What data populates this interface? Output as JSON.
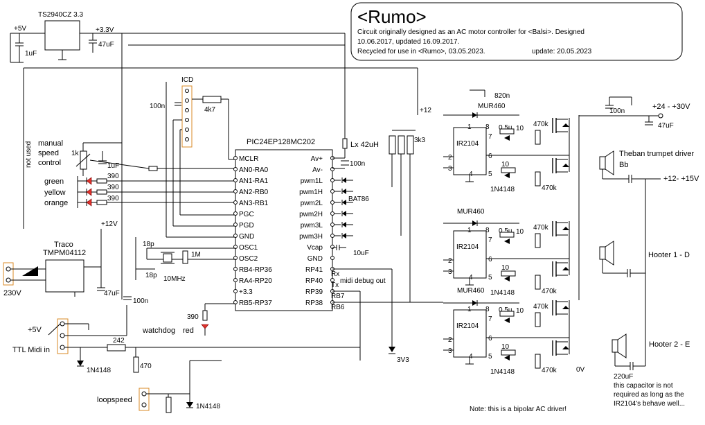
{
  "title_box": {
    "title": "<Rumo>",
    "line1": "Circuit originally designed as an AC motor controller for <Balsi>. Designed",
    "line2": "10.06.2017, updated 16.09.2017.",
    "line3": "Recycled for use in <Rumo>, 03.05.2023.",
    "update": "update:  20.05.2023"
  },
  "regulator": {
    "name": "TS2940CZ 3.3",
    "in": "+5V",
    "out": "+3.3V",
    "c_in": "1uF",
    "c_out": "47uF"
  },
  "icd": {
    "label": "ICD",
    "cap": "100n",
    "res": "4k7"
  },
  "mcu": {
    "name": "PIC24EP128MC202",
    "left_pins": [
      "MCLR",
      "AN0-RA0",
      "AN1-RA1",
      "AN2-RB0",
      "AN3-RB1",
      "PGC",
      "PGD",
      "GND",
      "OSC1",
      "OSC2",
      "RB4-RP36",
      "RA4-RP20",
      "+3.3",
      "RB5-RP37"
    ],
    "right_pins": [
      "Av+",
      "Av-",
      "pwm1L",
      "pwm1H",
      "pwm2L",
      "pwm2H",
      "pwm3L",
      "pwm3H",
      "Vcap",
      "GND",
      "RP41",
      "RP40",
      "RP39",
      "RP38"
    ]
  },
  "left_side": {
    "not_used": "not used",
    "pot": "1k",
    "manual": "manual",
    "speed": "speed",
    "control": "control",
    "pot_cap": "1uF",
    "leds": [
      {
        "label": "green",
        "res": "390"
      },
      {
        "label": "yellow",
        "res": "390"
      },
      {
        "label": "orange",
        "res": "390"
      }
    ],
    "plus12": "+12V",
    "osc_cap1": "18p",
    "osc_cap2": "18p",
    "crystal": "10MHz",
    "osc_res": "1M",
    "watchdog_res": "390",
    "watchdog": "watchdog",
    "watchdog_color": "red"
  },
  "supply": {
    "traco1": "Traco",
    "traco2": "TMPM04112",
    "mains": "230V",
    "cap1": "47uF",
    "cap2": "100n",
    "plus5": "+5V",
    "midi_in": "TTL Midi in",
    "r_midi": "242",
    "r_pull": "470",
    "diode": "1N4148",
    "loopspeed": "loopspeed",
    "diode2": "1N4148",
    "zener": "3V3"
  },
  "analog": {
    "inductor": "Lx  42uH",
    "cap": "100n",
    "vcap": "10uF",
    "pullups": "3k3",
    "bat": "BAT86"
  },
  "debug": {
    "rx": "Rx",
    "tx": "Tx",
    "label": "midi debug out",
    "rb7": "RB7",
    "rb6": "RB6"
  },
  "drivers": {
    "ic": "IR2104",
    "diode": "MUR460",
    "boot_cap1": "820n",
    "boot_cap": "0.5u",
    "gate_r": "10",
    "gate_d": "1N4148",
    "pulldown": "470k",
    "plus12": "+12",
    "pins_a": [
      "1",
      "8",
      "7",
      "6",
      "5",
      "4",
      "2",
      "3"
    ]
  },
  "outputs": {
    "hv": "+24 - +30V",
    "hv_cap": "47uF",
    "hv_cap2": "100n",
    "trumpet": "Theban trumpet driver",
    "bb": "Bb",
    "plus12_15": "+12- +15V",
    "hooter1": "Hooter 1 - D",
    "hooter2": "Hooter 2 - E",
    "zero_v": "0V",
    "cap220": "220uF",
    "note1": "this capacitor is not",
    "note2": "required as long as the",
    "note3": "IR2104's behave well...",
    "bipolar": "Note: this is a bipolar AC driver!"
  }
}
